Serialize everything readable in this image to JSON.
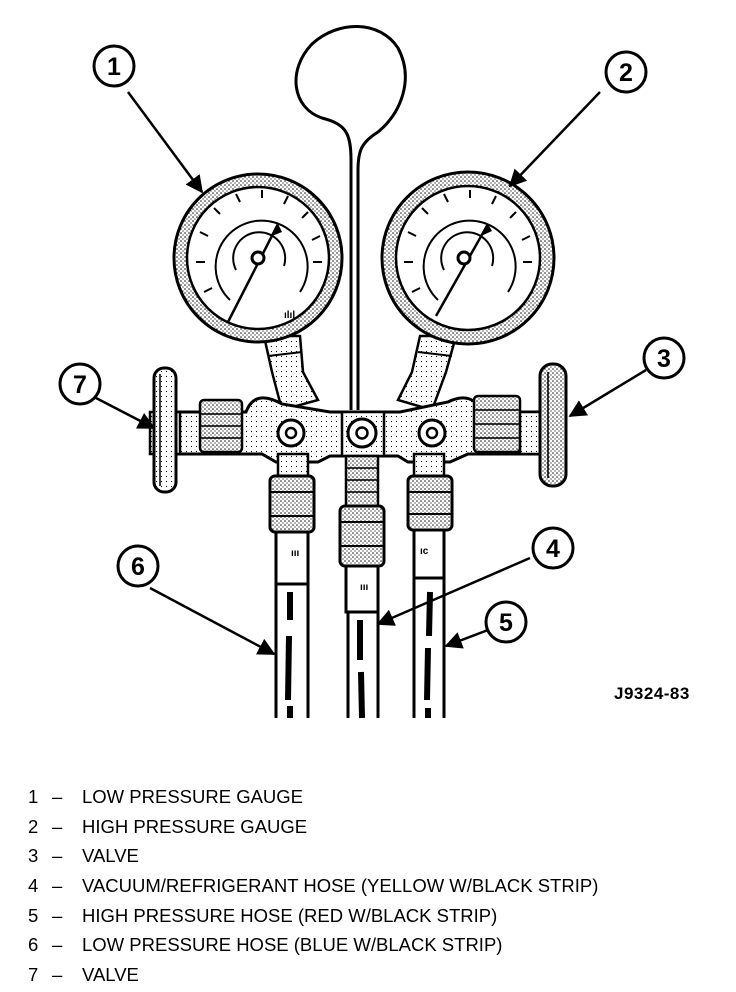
{
  "figure_id": "J9324-83",
  "callouts": [
    {
      "id": 1,
      "label": "1"
    },
    {
      "id": 2,
      "label": "2"
    },
    {
      "id": 3,
      "label": "3"
    },
    {
      "id": 4,
      "label": "4"
    },
    {
      "id": 5,
      "label": "5"
    },
    {
      "id": 6,
      "label": "6"
    },
    {
      "id": 7,
      "label": "7"
    }
  ],
  "legend": [
    {
      "num": "1",
      "dash": "–",
      "text": "LOW PRESSURE GAUGE"
    },
    {
      "num": "2",
      "dash": "–",
      "text": "HIGH PRESSURE GAUGE"
    },
    {
      "num": "3",
      "dash": "–",
      "text": "VALVE"
    },
    {
      "num": "4",
      "dash": "–",
      "text": "VACUUM/REFRIGERANT HOSE (YELLOW W/BLACK STRIP)"
    },
    {
      "num": "5",
      "dash": "–",
      "text": "HIGH PRESSURE HOSE (RED W/BLACK STRIP)"
    },
    {
      "num": "6",
      "dash": "–",
      "text": "LOW PRESSURE HOSE (BLUE W/BLACK STRIP)"
    },
    {
      "num": "7",
      "dash": "–",
      "text": "VALVE"
    }
  ]
}
